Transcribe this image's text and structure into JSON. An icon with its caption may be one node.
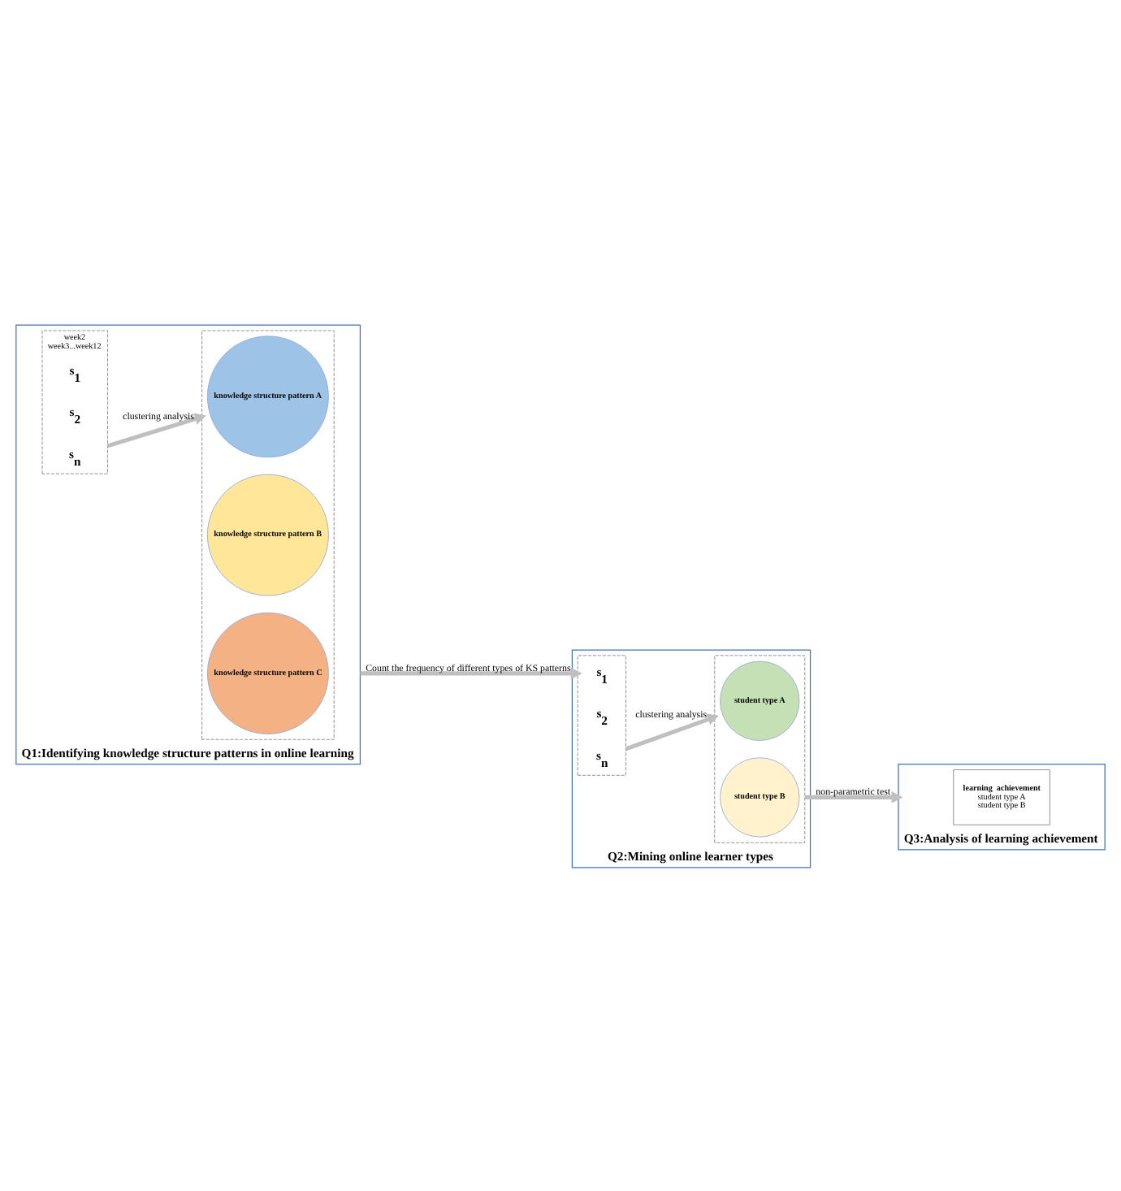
{
  "diagram": {
    "nodes": [
      {
        "text": [
          "Q1:Identifying knowledge structure patterns in online learning"
        ]
      },
      {
        "text": [
          "week2",
          "week3...week12"
        ],
        "in": 0
      },
      {
        "text": [
          "s$_{1}$"
        ],
        "in": 1
      },
      {
        "text": [
          "s$_{2}$"
        ],
        "in": 1
      },
      {
        "text": [
          "s$_{n}$"
        ],
        "in": 1
      },
      {
        "text": [],
        "shape": "box",
        "in": 0
      },
      {
        "text": [
          "knowledge structure pattern A"
        ],
        "in": 5
      },
      {
        "text": [
          "knowledge structure pattern B"
        ],
        "in": 5
      },
      {
        "text": [
          "knowledge structure pattern C"
        ],
        "in": 5
      },
      {
        "text": [
          "Q2:Mining online learner types"
        ]
      },
      {
        "text": [],
        "shape": "box",
        "in": 9
      },
      {
        "text": [
          "s$_{1}$"
        ],
        "in": 10
      },
      {
        "text": [
          "s$_{2}$"
        ],
        "in": 10
      },
      {
        "text": [
          "s$_{n}$"
        ],
        "in": 10
      },
      {
        "text": [],
        "shape": "box",
        "in": 9
      },
      {
        "text": [
          "student type A"
        ],
        "in": 14
      },
      {
        "text": [
          "student type B"
        ],
        "in": 14
      },
      {
        "text": [
          "Q3:Analysis of learning achievement"
        ]
      },
      {
        "text": [
          "learning  achievement",
          "student type A",
          "student type B"
        ],
        "in": 17
      }
    ],
    "edges": [
      {
        "from": 1,
        "to": 5,
        "arrow": "to",
        "label": "clustering analysis"
      },
      {
        "from": 0,
        "to": 10,
        "arrow": "to",
        "label": "Count the frequency of different types of KS patterns"
      },
      {
        "from": 10,
        "to": 14,
        "arrow": "to",
        "label": "clustering analysis"
      },
      {
        "from": 14,
        "to": 17,
        "arrow": "to",
        "label": "non-parametric test"
      }
    ]
  }
}
